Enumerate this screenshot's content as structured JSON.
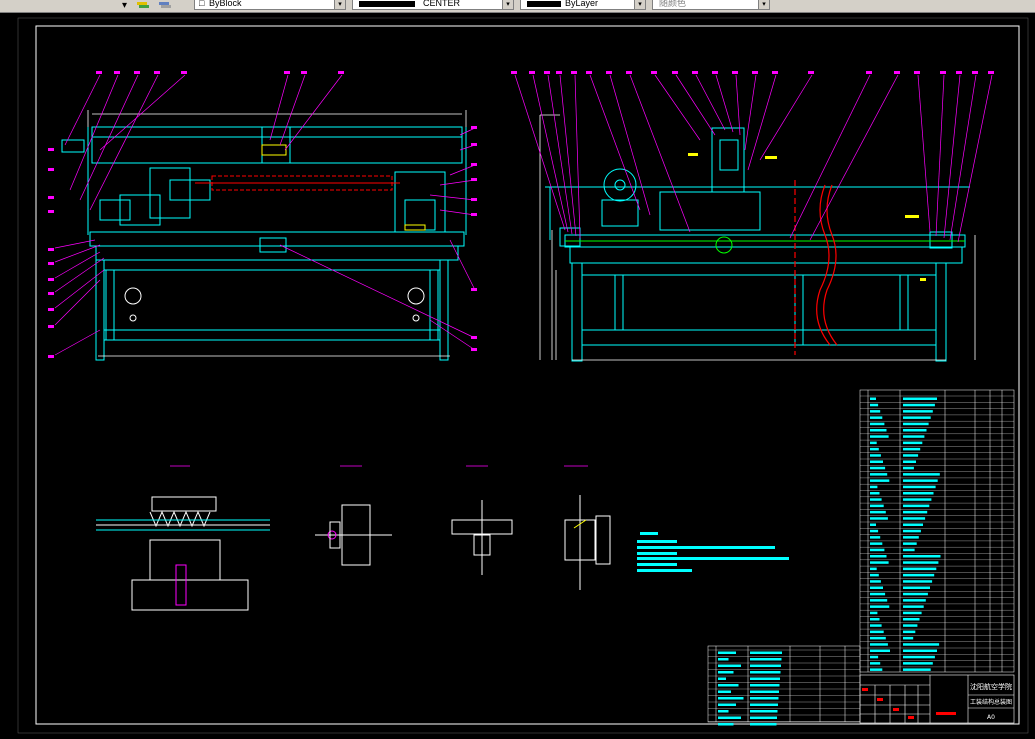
{
  "toolbar": {
    "layer_combo_arrow": "▾",
    "linetype_label": "ByBlock",
    "linetype_scale_label": "CENTER",
    "lineweight_label": "ByLayer",
    "color_label": "随颜色"
  },
  "drawing": {
    "frame_color": "#ffffff",
    "line_color_cyan": "#00ffff",
    "line_color_magenta": "#ff00ff",
    "line_color_red": "#ff0000",
    "line_color_yellow": "#ffff00",
    "line_color_green": "#00ff00"
  },
  "title_block": {
    "school": "沈阳航空学院",
    "drawing_name": "工装结构总装图",
    "sheet_no": "A0"
  }
}
